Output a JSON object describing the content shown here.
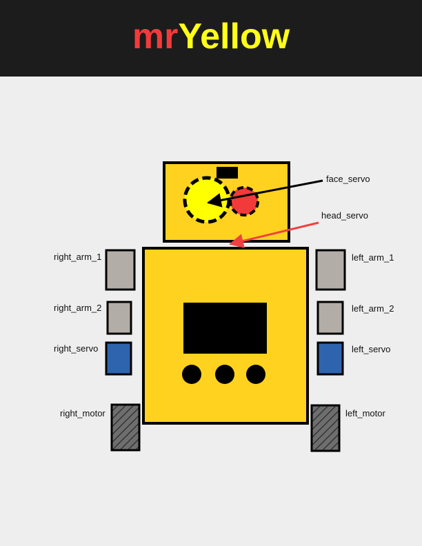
{
  "header": {
    "title_part1": "mr",
    "title_part2": "Yellow"
  },
  "colors": {
    "header_bg": "#1c1c1c",
    "page_bg": "#eeeeee",
    "title_red": "#f33a3a",
    "title_yellow": "#ffff1a",
    "body_yellow": "#ffd21f",
    "servo_blue": "#2e64ad",
    "arm_gray": "#b3ada8",
    "face_yellow": "#ffff00",
    "face_red": "#f23a3a",
    "arrow_red": "#f04040"
  },
  "labels": {
    "face_servo": "face_servo",
    "head_servo": "head_servo",
    "right_arm_1": "right_arm_1",
    "left_arm_1": "left_arm_1",
    "right_arm_2": "right_arm_2",
    "left_arm_2": "left_arm_2",
    "right_servo": "right_servo",
    "left_servo": "left_servo",
    "right_motor": "right_motor",
    "left_motor": "left_motor"
  }
}
